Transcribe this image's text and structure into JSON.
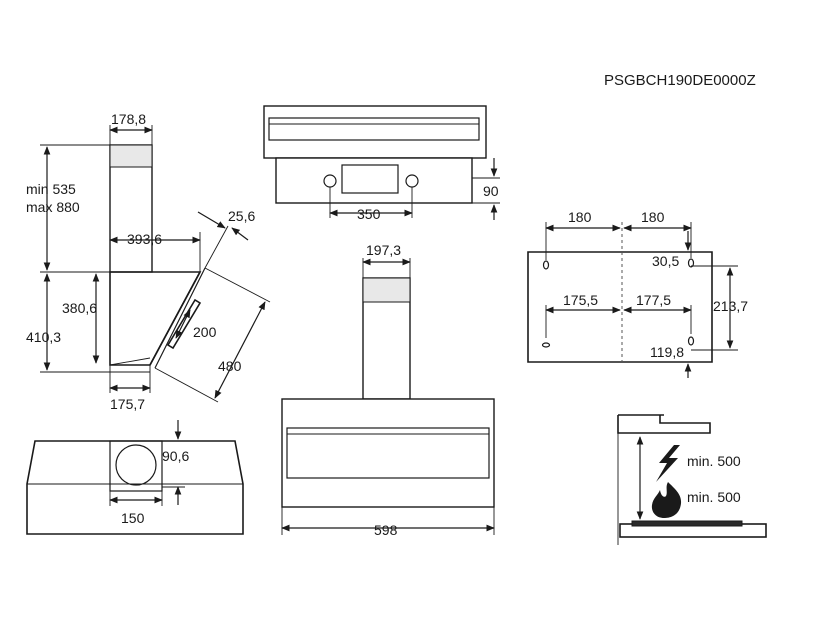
{
  "product_code": "PSGBCH190DE0000Z",
  "dimensions": {
    "side_chimney_width": "178,8",
    "side_height_min": "min 535",
    "side_height_max": "max 880",
    "side_depth": "393,6",
    "side_tilt": "25,6",
    "side_lower_height": "380,6",
    "side_total_height": "410,3",
    "side_handle": "200",
    "side_glass_length": "480",
    "side_bottom_depth": "175,7",
    "top_holes_span": "350",
    "top_depth": "90",
    "front_chimney_width": "197,3",
    "front_width": "598",
    "outlet_diameter": "90,6",
    "outlet_offset": "150",
    "mount_left_upper": "180",
    "mount_right_upper": "180",
    "mount_right_upper_offset": "30,5",
    "mount_vertical_span": "213,7",
    "mount_left_lower": "175,5",
    "mount_right_lower": "177,5",
    "mount_right_lower_offset": "119,8"
  },
  "clearance": {
    "electric_label": "min. 500",
    "gas_label": "min. 500"
  },
  "icons": {
    "electric": "lightning-icon",
    "gas": "flame-icon"
  }
}
